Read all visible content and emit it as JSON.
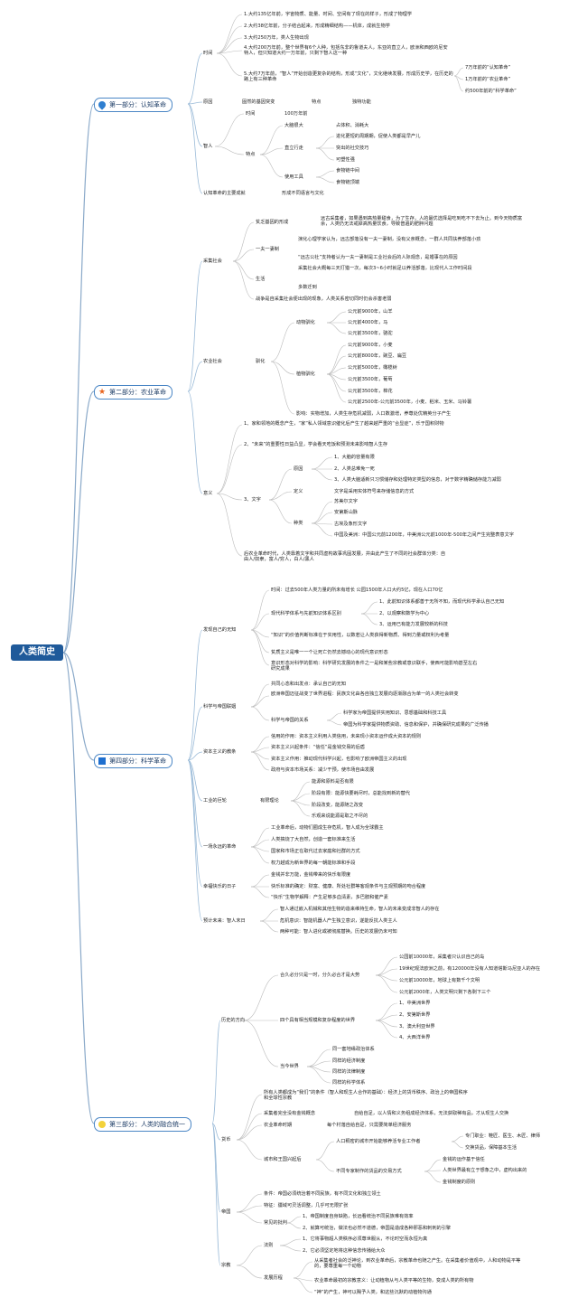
{
  "root": "人类简史",
  "sections": {
    "s1": {
      "title": "第一部分：认知革命",
      "icon": "water-drop-icon"
    },
    "s2": {
      "title": "第二部分：农业革命",
      "icon": "star-icon"
    },
    "s4": {
      "title": "第四部分：科学革命",
      "icon": "flag-icon"
    },
    "s3": {
      "title": "第三部分：人类的融合统一",
      "icon": "lightbulb-icon"
    }
  },
  "n": {
    "a1": "时间",
    "a1_1": "1.大约135亿年前，宇宙物质、能量、时间、空间有了现在的样子，形成了物理学",
    "a1_2": "2.大约38亿年前，分子结合起来，形成精细结构——机体，成就生物学",
    "a1_3": "3.大约250万年，类人生物出现",
    "a1_4": "4.大约200万年前，整个世界有6个人种，包括东非的鲁道夫人，东亚的直立人，欧洲和西欧的尼安特人，但只知道大约一万年前，只剩下智人这一种",
    "a1_5": "5.大约7万年前，“智人”开始创造更复杂的结构，形成“文化”，文化继续发展，形成历史学，在历史的路上有三种革命",
    "a1_5a": "7万年前的“认知革命”",
    "a1_5b": "1万年前的“农业革命”",
    "a1_5c": "约500年前的“科学革命”",
    "a2": "原因",
    "a2_1": "固然的基因突变",
    "a2_2": "特点",
    "a2_3": "独特功能",
    "a3": "智人",
    "a3_1": "时间",
    "a3_1a": "100万年前",
    "a3_2": "特点",
    "a3_2a": "大脑很大",
    "a3_2a1": "占体积、消耗大",
    "a3_2b": "直立行走",
    "a3_2b1": "进化更短的周期期，促使人类都是早产儿",
    "a3_2b2": "突出的社交技巧",
    "a3_2b3": "可塑性强",
    "a3_2c": "使用工具",
    "a3_2c1": "食物链中间",
    "a3_2c2": "食物链顶端",
    "a4": "认知革命的主要成就",
    "a4_1": "形成不同语言与文化",
    "b1": "采集社会",
    "b1_1": "贫乏基因的形成",
    "b1_1a": "远古采集者，如果遇到高热量甜食，为了生存，人的最优选择是吃到吃不下去为止。到今天物质富余，人类仍无法戒掉高热量饮食，导致普遍的肥胖问题",
    "b1_2": "一夫一妻制",
    "b1_2a": "演化心理学家认为，远古部落没有一夫一妻制，没有父亲概念，一群人共同扶养部落小孩",
    "b1_2b": "“远古公社”支持者认为一夫一妻制是工业社会后的人际观念，是婚事在的原因",
    "b1_3": "生活",
    "b1_3a": "采集社会大概每三天打猎一次，每次3~6小时就足以养活部落，比现代人工作时间段",
    "b1_3b": "多数迁到",
    "b1_4": "战争是自采集社会便出现的现象，人类关系密切同时仍会杀害老弱",
    "b2": "农业社会",
    "b2_1": "驯化",
    "b2_1a": "动物驯化",
    "b2_1a1": "公元前9000年，山羊",
    "b2_1a2": "公元前4000年，马",
    "b2_1a3": "公元前3500年，骆驼",
    "b2_1b": "植物驯化",
    "b2_1b1": "公元前9000年，小麦",
    "b2_1b2": "公元前8000年，豌豆、扁豆",
    "b2_1b3": "公元前5000年，橄榄树",
    "b2_1b4": "公元前3500年，葡萄",
    "b2_1b5": "公元前3500年，棉花",
    "b2_1b6": "公元前2500年-公元前3500年，小麦、稻米、玉米、马铃薯",
    "b2_2": "影响：实物增加，人类生存危机减弱，人口数激增，养尊处优精英分子产生",
    "b3": "意义",
    "b3_1": "1、家和领地的概念产生，“家”私人领域意识催化后产生了越来越严重的“合显症”，乐于国积财物",
    "b3_2": "2、“未来”的重要性日益凸显，学会看天吃饭和预测未来影响智人生存",
    "b3_3": "3、文字",
    "b3_3a": "原因",
    "b3_3a1": "1、大脑的容量有限",
    "b3_3a2": "2、人类总难免一死",
    "b3_3a3": "3、人类大脑适新只习惯储存和处理特定类型的信息，对于数字精确储存能力减弱",
    "b3_3b": "定义",
    "b3_3b1": "文字是采用实体符号来存储信息的方式",
    "b3_3c": "种类",
    "b3_3c1": "苏美尔文字",
    "b3_3c2": "安第斯山脉",
    "b3_3c3": "古埃及象形文字",
    "b3_3c4": "中国及美洲：中国公元前1200年，中美洲公元前1000年-500年之间产生完整表意文字",
    "b3_4": "后农业革命时代，人类靠着文字和共同虚构故事巩固发展，并由此产生了不同的社会群体分类：自由人/奴隶，富人/穷人，白人/黑人",
    "c1": "发现自己的无知",
    "c1_1": "时间：过去500年人类力量的所未有增长  公园1500年人口大约5亿，现在人口70亿",
    "c1_2": "现代科学体系与先前知识体系区别",
    "c1_2a": "1、此前知识体系都善于无所不知，而现代科学承认自己无知",
    "c1_2b": "2、以观察和数学为中心",
    "c1_2c": "3、运用已有能力发展较新的科技",
    "c1_3": "“知识”的价值判断标准在于实用性，以数若让人类获得新物质、得到力量或权利为考量",
    "c1_4": "贫质主义是唯一一个让死亡仍然去撼动心的现代意识形态",
    "c1_5": "意识形态对科学的影响：科学研究发展的条件之一是和某些宗教或意识联手，使西可能影响甚至左右研究成果",
    "c2": "科学与帝国联姻",
    "c2_1": "共同心态和出发点：承认自己的无知",
    "c2_2": "欧洲帝国迈征战变了世界进程：民族文化由各自独立发展向逐渐融合为单一的人类社会转变",
    "c2_3": "科学与帝国的关系",
    "c2_3a": "科学家为帝国提供实用知识、思想基础和科技工具",
    "c2_3b": "帝国为科学家提供物质资助、信息和保护，并确保研究成果的广泛传播",
    "c3": "资本主义的教条",
    "c3_1": "信用的作用：资本主义利用人类信用，未来现小资本运作成大资本的规则",
    "c3_2": "资本主义兴起条件：“信任”是金钱交易的后盾",
    "c3_3": "资本主义作用：推动现代科学兴起，也影响了欧洲帝国主义的出现",
    "c3_4": "政府与资本市场关系：减少干预，使市场自由发展",
    "c4": "工业的巨轮",
    "c4_1": "有限理论",
    "c4_1a": "能源和原料是否有限",
    "c4_1b": "阶段有限：能源快要耗尽时，总能找到新的替代",
    "c4_1c": "阶段改变，能源随之改变",
    "c4_1d": "乐观来说能源是取之不尽的",
    "c5": "一场永远的革命",
    "c5_1": "工业革命后，动物们圈成生存危机，智人成为全球霸主",
    "c5_2": "人类搞烧了大自然，创造一套标准来生活",
    "c5_3": "国家和市场正在取代过去家庭和社群的方式",
    "c5_4": "权力越成为新世界的每一朝能标准和手段",
    "c6": "幸福快乐的日子",
    "c6_1": "金钱并非万能，金钱带来的快乐有限度",
    "c6_2": "快乐标准的确定：财富、健康、所处社群等客观条件与主观预期的吻合程度",
    "c6_3": "“快乐”生物学解释：产生足够多血清素，多巴胺和催产素",
    "c7": "预计未来：智人末日",
    "c7_1": "智人通过嵌入机械和其他生物的造来维持生命，智人的未来变成非智人的存在",
    "c7_2": "危机意识：智能机器人产生独立意识，遂能反抗人类主人",
    "c7_3": "两种可能：智人进化或被彻底替换。历史的发展仍未可知",
    "d1": "历史的方向",
    "d1_1": "合久必分只是一时，分久必合才是大势",
    "d1_1a": "公园前10000年，采集者只认识自己的岛",
    "d1_1b": "19世纪观法欧洲之前，有120000年没有人知道塔斯马尼亚人的存在",
    "d1_1c": "公元前10000年，地球上有数千个文明",
    "d1_1d": "公元前2000年，人类文明只剩下各剩下三个",
    "d1_2": "四个具有相当规模和复杂程度的世界",
    "d1_2a": "1、中美洲世界",
    "d1_2b": "2、安第斯世界",
    "d1_2c": "3、澳大利亚世界",
    "d1_2d": "4、大西洋世界",
    "d1_3": "当今世界",
    "d1_3a": "同一套地缘政治体系",
    "d1_3b": "同样的经济制度",
    "d1_3c": "同样的法律制度",
    "d1_3d": "同样的科学体系",
    "d2": "货币",
    "d2_1": "所有人类都成为“我们”的条件（智人和现生人合作的基础）：经济上的货币秩序、政治上的帝国秩序和全球性宗教",
    "d2_2": "采集者完全没有金钱概念",
    "d2_2a": "自给自足，以人情和义务组成经济体系，无法获取稀有品，才从现生人交换",
    "d2_3": "农业革命时期",
    "d2_3a": "每个村落自给自足，只需要简单经济服务",
    "d2_4": "城市和王国兴起后",
    "d2_4a": "人口稠密的城市开始能够养活专业工作者",
    "d2_4a1": "专门职业：鞋匠、医生、木匠、律师",
    "d2_4a2": "交换货品，保障基本生活",
    "d2_4b": "不同专家制作的货品的交易方式",
    "d2_4b1": "金钱的运作基于信任",
    "d2_4b2": "人类世界最有立于想象之中，虚构出来的",
    "d2_4b3": "金钱制度的原则",
    "d3": "帝国",
    "d3_1": "条件：帝国必须统治着不同民族，有不同文化和独立领土",
    "d3_2": "特征：疆域可灵活调整，几乎可无限扩张",
    "d3_3": "常见的批判",
    "d3_3a": "1、帝国制度自身缺陷，长远看统治不同民族难有效率",
    "d3_3b": "2、就算可统治，做法也必然不道德，帝国是造成各种邪恶和刺刺的引擎",
    "d4": "宗教",
    "d4_1": "法则",
    "d4_1a": "1、它将事物超人类秩序必须尊世服从，不论时空而永恒为真",
    "d4_1b": "2、它必须坚定地将这种信念传播给大众",
    "d4_2": "发展历程",
    "d4_2a": "从采集者社会的泛神论，到农业革命后，宗教革命也随之产生。在采集者价值观中，人和动物是平等的，要尊重每一个动物",
    "d4_2b": "农业革命最初的宗教意义：让动植物从与人类平等的生物，变成人类的所有物",
    "d4_2c": "“神”的产生，神可以赐予人类，和这些沉默的动植物沟通"
  }
}
